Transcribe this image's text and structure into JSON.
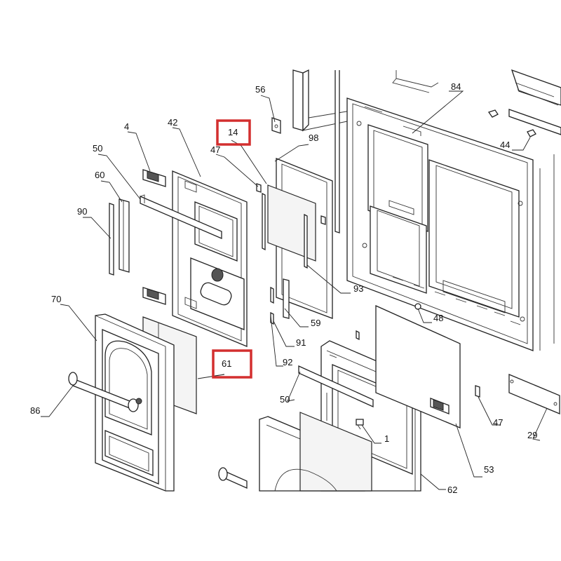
{
  "diagram": {
    "callouts": [
      {
        "id": "c1",
        "label": "1"
      },
      {
        "id": "c4",
        "label": "4"
      },
      {
        "id": "c14",
        "label": "14"
      },
      {
        "id": "c29",
        "label": "29"
      },
      {
        "id": "c42",
        "label": "42"
      },
      {
        "id": "c44",
        "label": "44"
      },
      {
        "id": "c47a",
        "label": "47"
      },
      {
        "id": "c47b",
        "label": "47"
      },
      {
        "id": "c48",
        "label": "48"
      },
      {
        "id": "c50a",
        "label": "50"
      },
      {
        "id": "c50b",
        "label": "50"
      },
      {
        "id": "c53",
        "label": "53"
      },
      {
        "id": "c56",
        "label": "56"
      },
      {
        "id": "c59",
        "label": "59"
      },
      {
        "id": "c60",
        "label": "60"
      },
      {
        "id": "c61",
        "label": "61"
      },
      {
        "id": "c62",
        "label": "62"
      },
      {
        "id": "c70",
        "label": "70"
      },
      {
        "id": "c84",
        "label": "84"
      },
      {
        "id": "c86",
        "label": "86"
      },
      {
        "id": "c90",
        "label": "90"
      },
      {
        "id": "c91",
        "label": "91"
      },
      {
        "id": "c92",
        "label": "92"
      },
      {
        "id": "c93",
        "label": "93"
      },
      {
        "id": "c98",
        "label": "98"
      }
    ],
    "highlighted": [
      "14",
      "61"
    ],
    "highlight_color": "#d32f2f",
    "line_color": "#222222"
  }
}
